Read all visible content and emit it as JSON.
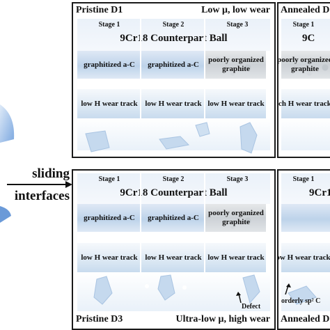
{
  "left": {
    "label_line1": "sliding",
    "label_line2": "interfaces"
  },
  "panel_d1": {
    "title": "Pristine D1",
    "condition": "Low μ, low wear",
    "stages": [
      "Stage 1",
      "Stage 2",
      "Stage 3"
    ],
    "ball": "9Cr18 Counterpart Ball",
    "layers": [
      "graphitized a-C",
      "graphitized a-C",
      "poorly organized graphite"
    ],
    "tracks": [
      "low H wear track",
      "low H wear track",
      "low H wear track"
    ]
  },
  "panel_d3": {
    "title": "Pristine D3",
    "condition": "Ultra-low μ, high wear",
    "stages": [
      "Stage 1",
      "Stage 2",
      "Stage 3"
    ],
    "ball": "9Cr18 Counterpart Ball",
    "layers": [
      "graphitized a-C",
      "graphitized a-C",
      "poorly organized graphite"
    ],
    "tracks": [
      "low H wear track",
      "low H wear track",
      "low H wear track"
    ],
    "annotation": "Defect"
  },
  "panel_annealed_top": {
    "title": "Annealed D",
    "stage": "Stage 1",
    "ball": "9C",
    "layer": "poorly organized graphite",
    "track": "rich H wear track"
  },
  "panel_annealed_bottom": {
    "title": "Annealed D",
    "stage": "Stage 1",
    "ball": "9Cr1",
    "track": "low H wear track",
    "annotation": "orderly sp² C"
  }
}
